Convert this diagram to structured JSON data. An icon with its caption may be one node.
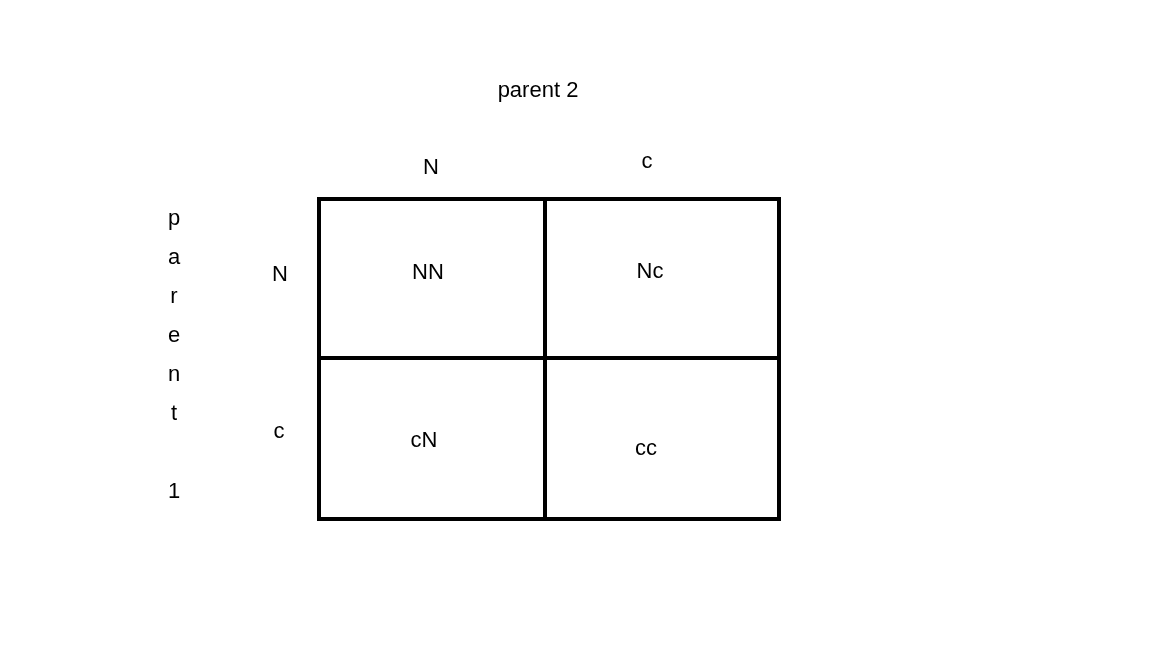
{
  "diagram": {
    "nodes": [
      {
        "text": [
          "NN"
        ]
      },
      {
        "text": [
          "Nc"
        ]
      },
      {
        "text": [
          "cN"
        ]
      },
      {
        "text": [
          "cc"
        ]
      }
    ],
    "labels": [
      "parent 2",
      "N",
      "c",
      "parent 1",
      "N",
      "c"
    ]
  }
}
